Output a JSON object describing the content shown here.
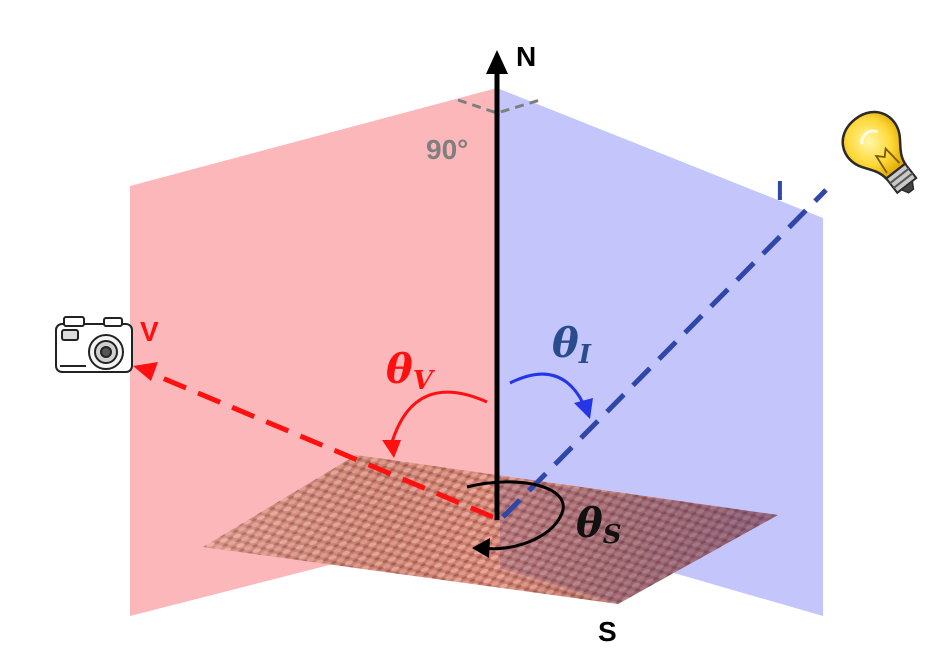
{
  "labels": {
    "normal": "N",
    "surface": "S",
    "incident": "I",
    "view": "V",
    "right_angle": "90°"
  },
  "angles": {
    "theta_v": {
      "symbol": "θ",
      "subscript": "V"
    },
    "theta_i": {
      "symbol": "θ",
      "subscript": "I"
    },
    "theta_s": {
      "symbol": "θ",
      "subscript": "S"
    }
  },
  "colors": {
    "view_plane": "#fbb7b9",
    "incident_plane": "#c4c6fb",
    "view_ray": "#ff1010",
    "incident_ray": "#2e47a8",
    "incident_arc": "#2535e8",
    "theta_i_text": "#2b4c8c",
    "normal": "#000000",
    "right_angle": "#7f7f7f",
    "fabric": "#c9746a"
  },
  "icons": {
    "camera": "camera-icon",
    "light_bulb": "light-bulb-icon"
  }
}
